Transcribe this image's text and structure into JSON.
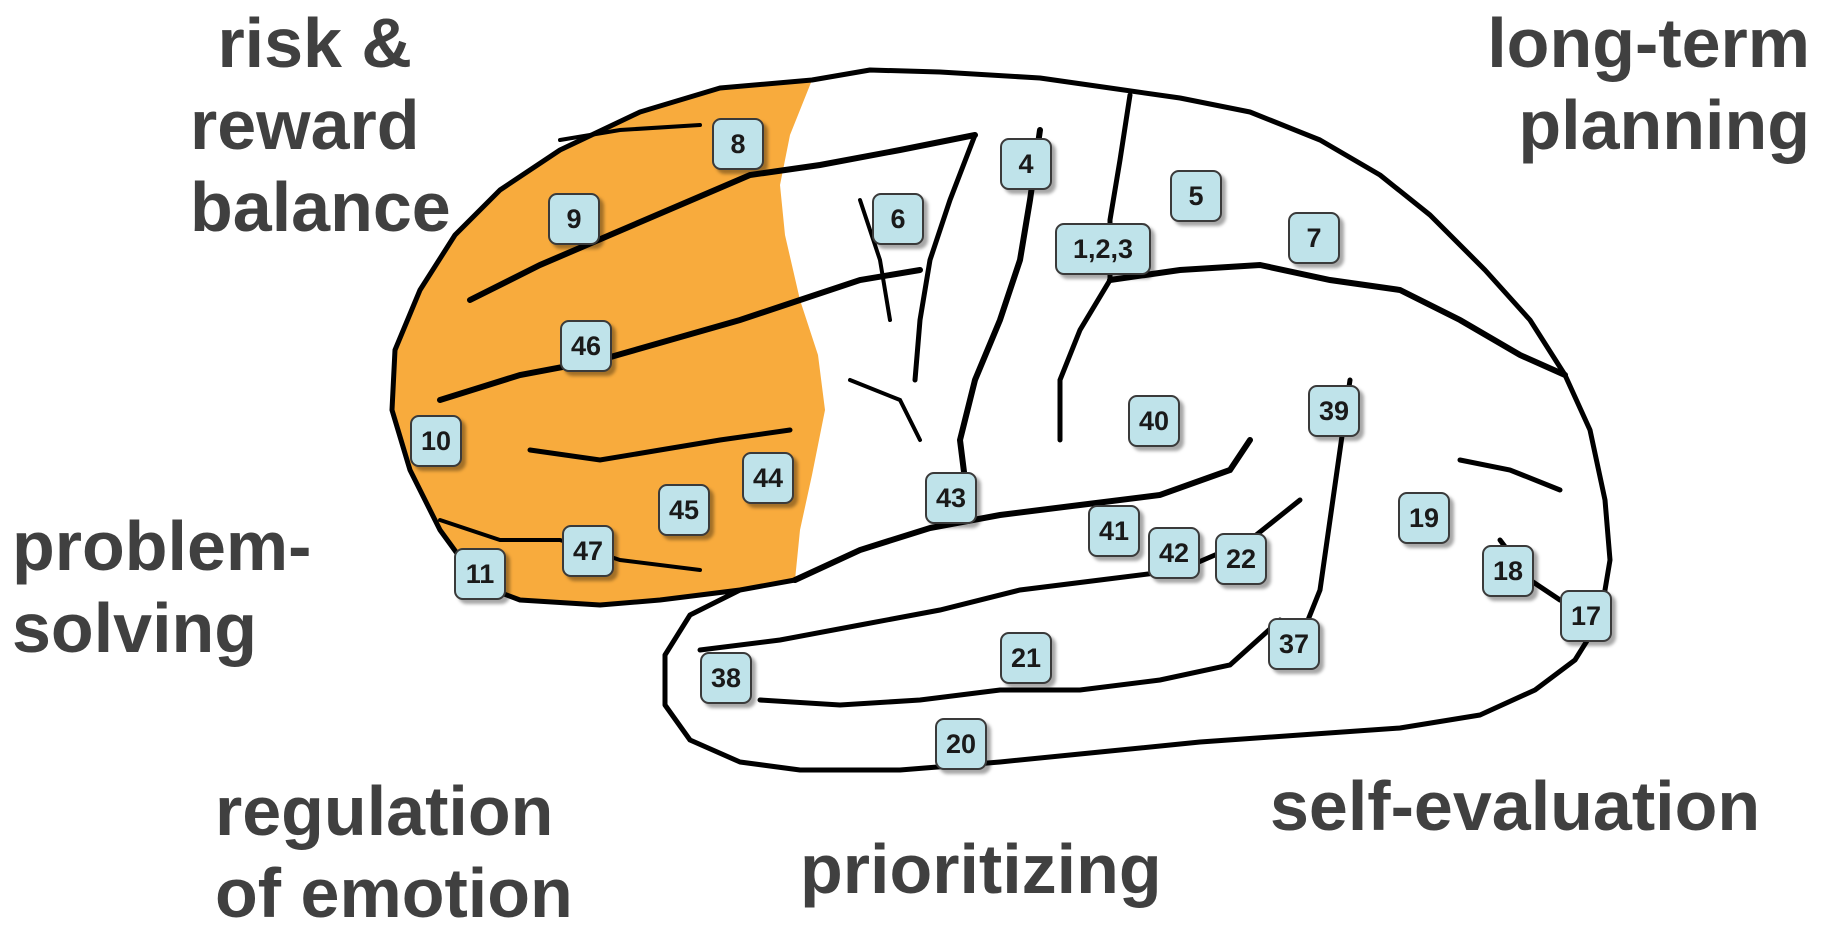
{
  "colors": {
    "frontal_highlight": "#f8ab3d",
    "outline": "#000000",
    "label_text": "#404040",
    "box_fill": "#bfe3ea"
  },
  "labels": {
    "risk": [
      "risk &",
      "reward",
      "balance"
    ],
    "longterm": [
      "long-term",
      "planning"
    ],
    "problem": [
      "problem-",
      "solving"
    ],
    "regulation": [
      "regulation",
      "of emotion"
    ],
    "prioritizing": [
      "prioritizing"
    ],
    "selfeval": [
      "self-evaluation"
    ]
  },
  "areas": [
    "8",
    "9",
    "46",
    "10",
    "44",
    "45",
    "47",
    "11",
    "4",
    "6",
    "5",
    "1,2,3",
    "7",
    "40",
    "39",
    "43",
    "41",
    "42",
    "22",
    "19",
    "18",
    "17",
    "37",
    "21",
    "38",
    "20"
  ]
}
